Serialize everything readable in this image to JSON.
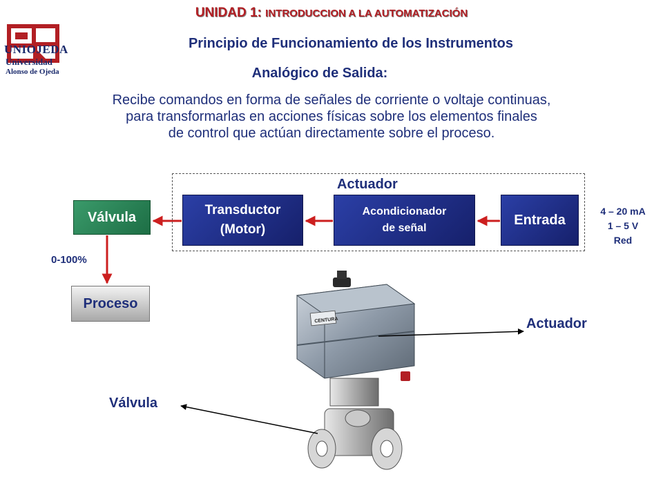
{
  "header": {
    "unit_title_main": "UNIDAD 1: ",
    "unit_title_rest": "INTRODUCCION A LA AUTOMATIZACIÓN",
    "subtitle": "Principio de Funcionamiento de los Instrumentos",
    "section_title": "Analógico de Salida:"
  },
  "logo": {
    "name": "UNIOJEDA",
    "line1": "Universidad",
    "line2": "Alonso de Ojeda",
    "color": "#b21f24"
  },
  "description": {
    "line1": "Recibe comandos en forma de señales de corriente o voltaje continuas,",
    "line2": "para transformarlas en acciones físicas sobre los elementos finales",
    "line3": "de control que actúan directamente sobre el proceso."
  },
  "diagram": {
    "group_label": "Actuador",
    "valve": "Válvula",
    "transducer_line1": "Transductor",
    "transducer_line2": "(Motor)",
    "conditioner_line1": "Acondicionador",
    "conditioner_line2": "de señal",
    "input": "Entrada",
    "signals": [
      "4 – 20 mA",
      "1 – 5 V",
      "Red"
    ],
    "range": "0-100%",
    "process": "Proceso"
  },
  "photo": {
    "actuator_label": "Actuador",
    "valve_label": "Válvula",
    "housing_brand": "CENTURA"
  },
  "colors": {
    "title_red": "#b21f24",
    "text_blue": "#1f2f7a",
    "box_blue": "#1f2a8a",
    "valve_green": "#2a8558",
    "arrow_red": "#cc1f1f"
  }
}
